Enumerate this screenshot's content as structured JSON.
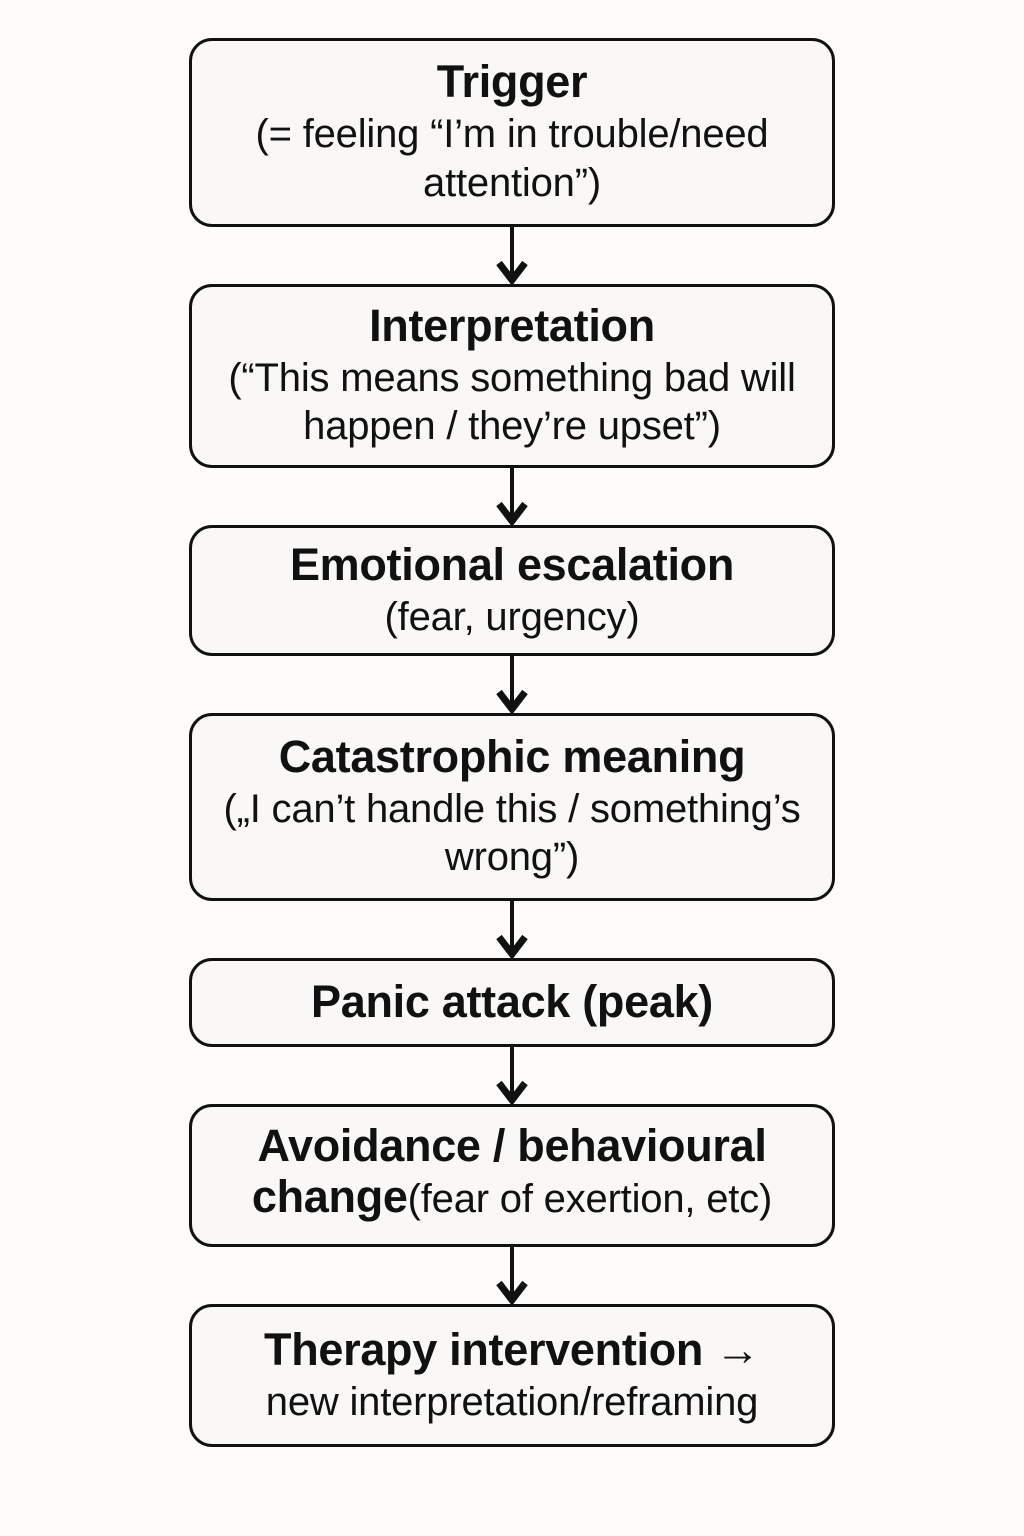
{
  "diagram": {
    "type": "flowchart",
    "orientation": "vertical",
    "background_color": "#fdfcfa",
    "node_fill_color": "#f9f8f6",
    "stroke_color": "#111111",
    "connector_glyph": "down-arrow",
    "nodes": [
      {
        "id": "trigger",
        "title": "Trigger",
        "subtitle": "(= feeling “I’m in trouble/need attention”)"
      },
      {
        "id": "interpretation",
        "title": "Interpretation",
        "subtitle": "(“This means something bad will happen / they’re upset”)"
      },
      {
        "id": "emotional-escalation",
        "title": "Emotional escalation",
        "subtitle": "(fear, urgency)"
      },
      {
        "id": "catastrophic-meaning",
        "title": "Catastrophic meaning",
        "subtitle": "(„I can’t handle this / something’s wrong”)"
      },
      {
        "id": "panic-attack",
        "title": "Panic attack (peak)",
        "subtitle": ""
      },
      {
        "id": "avoidance",
        "title": "Avoidance / behavioural change",
        "subtitle": "(fear of exertion, etc)"
      },
      {
        "id": "therapy-intervention",
        "title": "Therapy intervention →",
        "subtitle": "new interpretation/reframing"
      }
    ]
  }
}
